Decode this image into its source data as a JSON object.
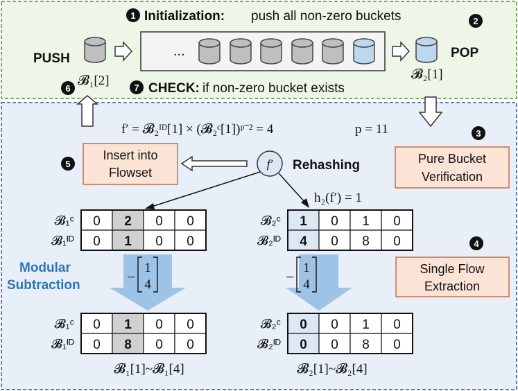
{
  "colors": {
    "top_bg": "#eef6e8",
    "top_border": "#5b8a3a",
    "bottom_bg": "#e8eff8",
    "bottom_border": "#2e5c8a",
    "orange_fill": "#fbe3d6",
    "orange_border": "#c0704a",
    "bucket_gray": "#bfbfbf",
    "bucket_blue": "#bdd7ee",
    "cell_gray": "#d0d0d0",
    "cell_blue": "#dde8f5",
    "arrow_blue": "#9dc3e6",
    "modular_blue": "#2e75b6"
  },
  "steps": {
    "s1_num": "1",
    "s1_bold": "Initialization:",
    "s1_text": "push all non-zero buckets",
    "s2_num": "2",
    "s3_num": "3",
    "s4_num": "4",
    "s5_num": "5",
    "s6_num": "6",
    "s7_num": "7",
    "s7_bold": "CHECK:",
    "s7_text": "if non-zero bucket exists"
  },
  "queue": {
    "push": "PUSH",
    "pop": "POP",
    "ellipsis": "...",
    "push_label": "𝓑₁[2]",
    "pop_label": "𝓑₂[1]"
  },
  "formula": {
    "f_main": "f′ = 𝓑₂ᴵᴰ[1] × (𝓑₂ᶜ[1])ᵖ⁻² = 4",
    "p_text": "p = 11",
    "h2": "h₂(f′) = 1",
    "fprime": "f′"
  },
  "boxes": {
    "insert_l1": "Insert into",
    "insert_l2": "Flowset",
    "pure_l1": "Pure Bucket",
    "pure_l2": "Verification",
    "single_l1": "Single Flow",
    "single_l2": "Extraction"
  },
  "labels": {
    "rehashing": "Rehashing",
    "modular_l1": "Modular",
    "modular_l2": "Subtraction",
    "range1": "𝓑₁[1]~𝓑₁[4]",
    "range2": "𝓑₂[1]~𝓑₂[4]",
    "minus_vec": "−",
    "vec_top": "1",
    "vec_bot": "4"
  },
  "tables": {
    "t1": {
      "row_c": "𝓑₁ᶜ",
      "row_id": "𝓑₁ᴵᴰ",
      "c": [
        "0",
        "2",
        "0",
        "0"
      ],
      "id": [
        "0",
        "1",
        "0",
        "0"
      ]
    },
    "t2": {
      "row_c": "𝓑₂ᶜ",
      "row_id": "𝓑₂ᴵᴰ",
      "c": [
        "1",
        "0",
        "1",
        "0"
      ],
      "id": [
        "4",
        "0",
        "8",
        "0"
      ]
    },
    "t3": {
      "row_c": "𝓑₁ᶜ",
      "row_id": "𝓑₁ᴵᴰ",
      "c": [
        "0",
        "1",
        "0",
        "0"
      ],
      "id": [
        "0",
        "8",
        "0",
        "0"
      ]
    },
    "t4": {
      "row_c": "𝓑₂ᶜ",
      "row_id": "𝓑₂ᴵᴰ",
      "c": [
        "0",
        "0",
        "1",
        "0"
      ],
      "id": [
        "0",
        "0",
        "8",
        "0"
      ]
    }
  }
}
